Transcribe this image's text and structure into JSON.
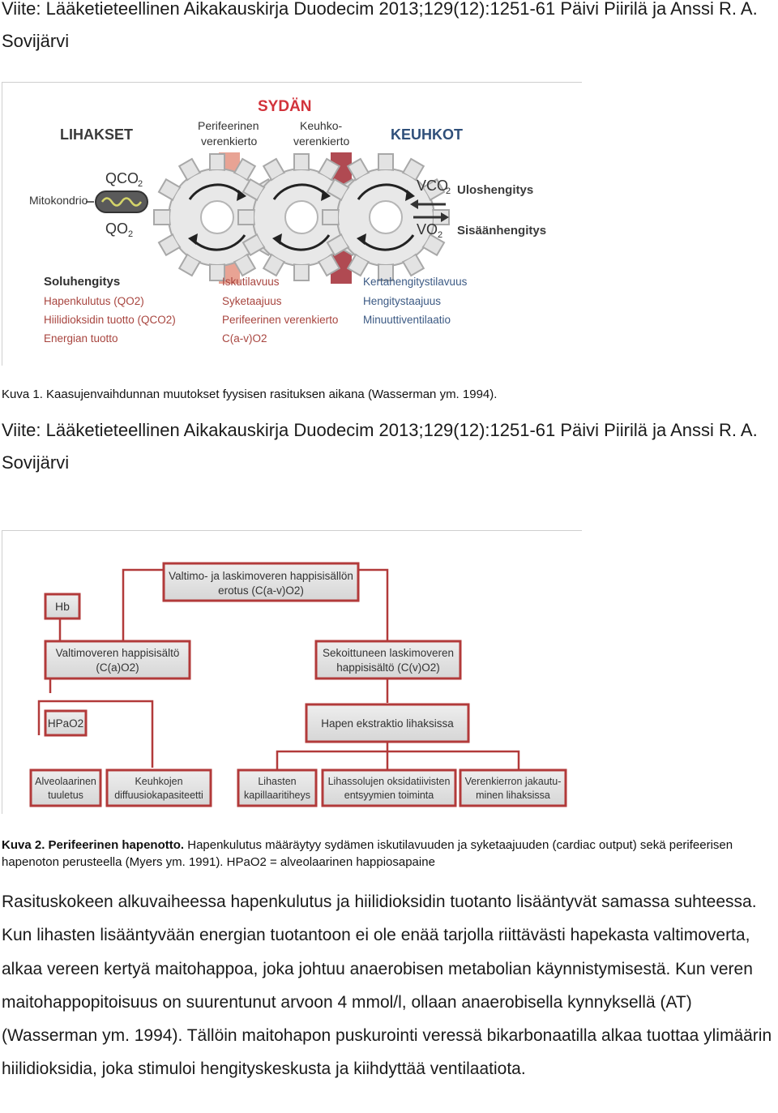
{
  "header_ref": "Viite: Lääketieteellinen Aikakauskirja Duodecim 2013;129(12):1251-61 Päivi Piirilä ja Anssi R. A. Sovijärvi",
  "figure1": {
    "labels": {
      "muscles": "LIHAKSET",
      "heart": "SYDÄN",
      "lungs": "KEUHKOT",
      "peripheral_circ_1": "Perifeerinen",
      "peripheral_circ_2": "verenkierto",
      "pulmonary_circ_1": "Keuhko-",
      "pulmonary_circ_2": "verenkierto",
      "qco2": "QCO",
      "qo2": "QO",
      "mitochondria": "Mitokondrio",
      "vco2": "VCO",
      "vo2": "VO",
      "exhalation": "Uloshengitys",
      "inhalation": "Sisäänhengitys"
    },
    "col_cell": {
      "title": "Soluhengitys",
      "items": [
        "Hapenkulutus (QO2)",
        "Hiilidioksidin tuotto (QCO2)",
        "Energian tuotto"
      ]
    },
    "col_heart": {
      "items": [
        "Iskutilavuus",
        "Syketaajuus",
        "Perifeerinen verenkierto",
        "C(a-v)O2"
      ]
    },
    "col_lungs": {
      "items": [
        "Kertahengitystilavuus",
        "Hengitystaajuus",
        "Minuuttiventilaatio"
      ]
    },
    "caption": "Kuva 1. Kaasujenvaihdunnan muutokset fyysisen rasituksen aikana (Wasserman ym. 1994)."
  },
  "ref2": "Viite: Lääketieteellinen Aikakauskirja Duodecim 2013;129(12):1251-61 Päivi Piirilä ja Anssi R. A. Sovijärvi",
  "figure2": {
    "top_1": "Valtimo- ja laskimoveren happisisällön",
    "top_2": "erotus (C(a-v)O2)",
    "hb": "Hb",
    "arterial_1": "Valtimoveren happisisältö",
    "arterial_2": "(C(a)O2)",
    "mixed_1": "Sekoittuneen laskimoveren",
    "mixed_2": "happisisältö (C(v)O2)",
    "hpao2": "HPaO2",
    "extraction": "Hapen ekstraktio lihaksissa",
    "bottom": [
      {
        "l1": "Alveolaarinen",
        "l2": "tuuletus"
      },
      {
        "l1": "Keuhkojen",
        "l2": "diffuusiokapasiteetti"
      },
      {
        "l1": "Lihasten",
        "l2": "kapillaaritiheys"
      },
      {
        "l1": "Lihassolujen oksidatiivisten",
        "l2": "entsyymien toiminta"
      },
      {
        "l1": "Verenkierron jakautu-",
        "l2": "minen lihaksissa"
      }
    ],
    "caption_bold": "Kuva 2. Perifeerinen hapenotto.",
    "caption_rest": " Hapenkulutus määräytyy sydämen iskutilavuuden ja syketaajuuden (cardiac output) sekä perifeerisen hapenoton perusteella (Myers ym. 1991). HPaO2 = alveolaarinen happiosapaine"
  },
  "body": "Rasituskokeen alkuvaiheessa hapenkulutus ja hiilidioksidin tuotanto lisääntyvät samassa suhteessa. Kun lihasten lisääntyvään energian tuotantoon ei ole enää tarjolla riittävästi hapekasta valtimoverta, alkaa vereen kertyä maitohappoa, joka johtuu anaerobisen metabolian käynnistymisestä. Kun veren maitohappopitoisuus on suurentunut arvoon 4 mmol/l, ollaan anaerobisella kynnyksellä (AT) (Wasserman ym. 1994). Tällöin maitohapon puskurointi veressä bikarbonaatilla alkaa tuottaa ylimäärin hiilidioksidia, joka stimuloi hengityskeskusta ja kiihdyttää ventilaatiota."
}
